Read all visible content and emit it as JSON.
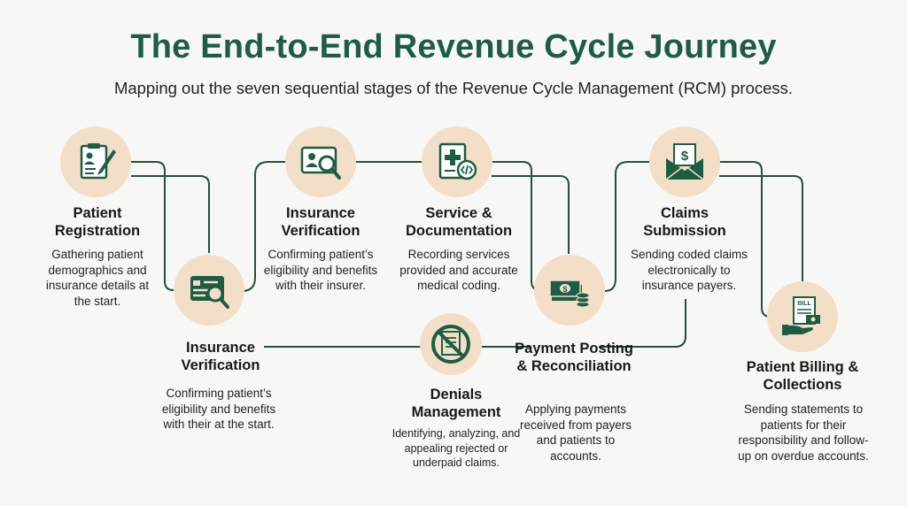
{
  "header": {
    "title": "The End-to-End Revenue Cycle Journey",
    "subtitle": "Mapping out the seven sequential stages of the Revenue Cycle Management (RCM) process."
  },
  "colors": {
    "accent": "#1d5d43",
    "circle": "#f3dfc8",
    "line": "#234f3b"
  },
  "stages": [
    {
      "key": "patient-registration",
      "title": "Patient Registration",
      "description": "Gathering patient demographics and insurance details at the start.",
      "icon": "clipboard-pen-icon"
    },
    {
      "key": "insurance-verification-upper",
      "title": "Insurance Verification",
      "description": "Confirming patient’s eligibility and benefits with their insurer.",
      "icon": "id-card-magnifier-icon"
    },
    {
      "key": "service-documentation",
      "title": "Service & Documentation",
      "description": "Recording services provided and accurate medical coding.",
      "icon": "medical-record-code-icon"
    },
    {
      "key": "claims-submission",
      "title": "Claims Submission",
      "description": "Sending coded claims electronically to insurance payers.",
      "icon": "dollar-envelope-icon"
    },
    {
      "key": "insurance-verification-lower",
      "title": "Insurance Verification",
      "description": "Confirming patient’s eligibility and benefits with their at the start.",
      "icon": "id-card-magnifier-icon"
    },
    {
      "key": "denials-management",
      "title": "Denials Management",
      "description": "Identifying, analyzing, and appealing rejected or underpaid claims.",
      "icon": "denied-document-icon"
    },
    {
      "key": "payment-posting",
      "title": "Payment Posting & Reconciliation",
      "description": "Applying payments received from payers and patients to accounts.",
      "icon": "cash-coins-icon"
    },
    {
      "key": "patient-billing",
      "title": "Patient Billing & Collections",
      "description": "Sending statements to patients for their responsibility and follow-up on overdue accounts.",
      "icon": "bill-hand-icon"
    }
  ]
}
